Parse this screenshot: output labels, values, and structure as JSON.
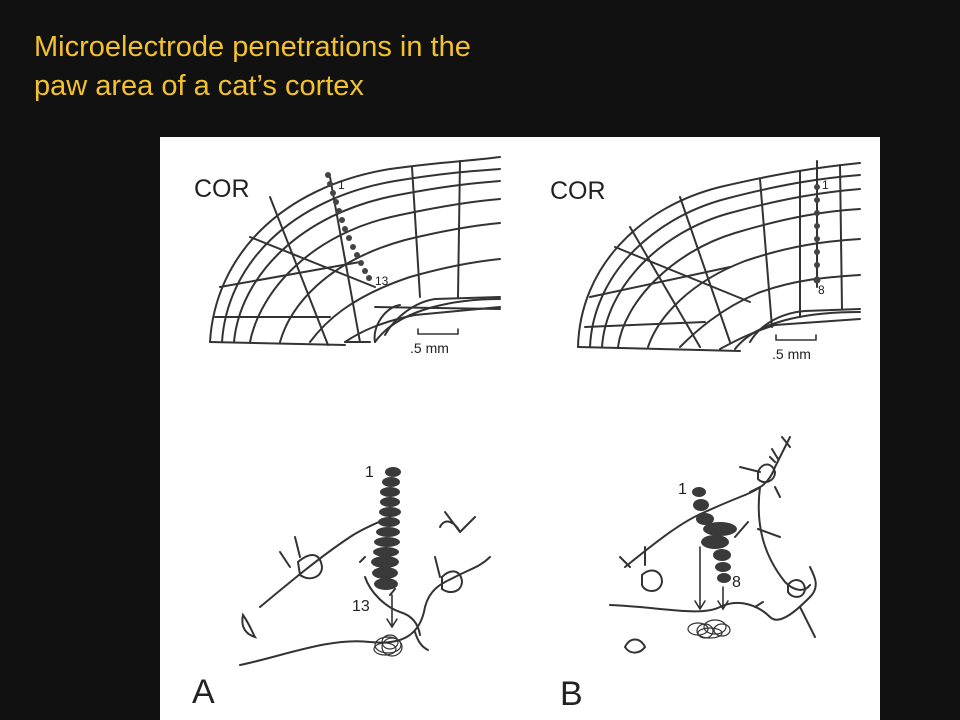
{
  "slide": {
    "title_line1": "Microelectrode penetrations in the",
    "title_line2": "paw area of a cat’s cortex",
    "title_color": "#f2c12e",
    "background": "#111111"
  },
  "figure": {
    "panel_a": {
      "section_label": "COR",
      "track_start": "1",
      "track_end": "13",
      "scale_label": ".5 mm",
      "field_start": "1",
      "field_end": "13",
      "panel_letter": "A"
    },
    "panel_b": {
      "section_label": "COR",
      "track_start": "1",
      "track_end": "8",
      "scale_label": ".5 mm",
      "field_start": "1",
      "field_end": "8",
      "panel_letter": "B"
    }
  }
}
